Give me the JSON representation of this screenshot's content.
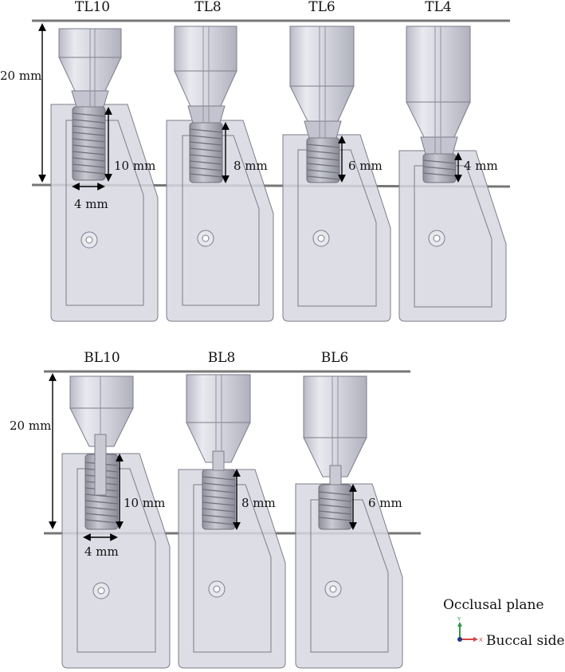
{
  "top_row": {
    "columns": [
      {
        "id": "TL10",
        "label": "TL10",
        "implant_length": "10 mm"
      },
      {
        "id": "TL8",
        "label": "TL8",
        "implant_length": "8 mm"
      },
      {
        "id": "TL6",
        "label": "TL6",
        "implant_length": "6 mm"
      },
      {
        "id": "TL4",
        "label": "TL4",
        "implant_length": "4 mm"
      }
    ],
    "height_dim": "20 mm",
    "diameter_dim": "4 mm"
  },
  "bottom_row": {
    "columns": [
      {
        "id": "BL10",
        "label": "BL10",
        "implant_length": "10 mm"
      },
      {
        "id": "BL8",
        "label": "BL8",
        "implant_length": "8 mm"
      },
      {
        "id": "BL6",
        "label": "BL6",
        "implant_length": "6 mm"
      }
    ],
    "height_dim": "20 mm",
    "diameter_dim": "4 mm"
  },
  "legend": {
    "title": "Occlusal plane",
    "side": "Buccal side",
    "y_axis_color": "#2e9b44",
    "x_axis_color": "#d64545",
    "z_axis_color": "#1e3a8a"
  },
  "colors": {
    "block_fill": "#d6d7e0",
    "block_stroke": "#7c7d88",
    "abutment_fill": "#dcdde5",
    "screw_fill": "#a9aab6",
    "plane_line": "#777777"
  }
}
